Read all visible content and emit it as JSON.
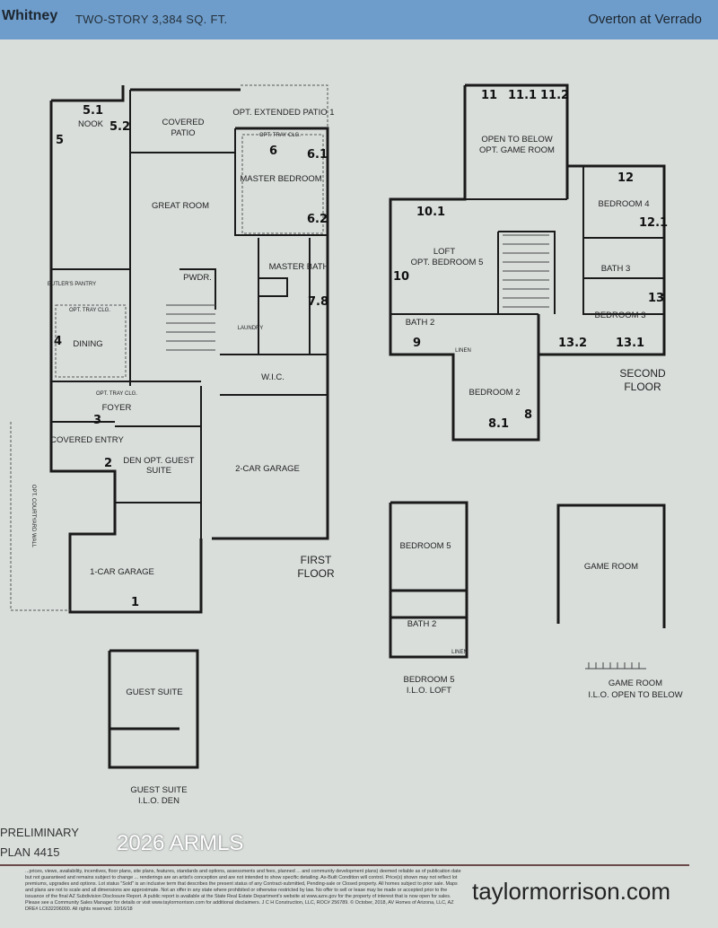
{
  "header": {
    "model": "Whitney",
    "details": "TWO-STORY  3,384 SQ. FT.",
    "community": "Overton at Verrado"
  },
  "first_floor": {
    "title": "FIRST\nFLOOR",
    "title_lines": [
      "FIRST",
      "FLOOR"
    ],
    "rooms": [
      "NOOK",
      "COVERED PATIO",
      "OPT. EXTENDED PATIO 1",
      "MASTER BEDROOM",
      "GREAT ROOM",
      "MASTER BATH",
      "PWDR.",
      "BUTLER'S PANTRY",
      "LAUNDRY",
      "DINING",
      "W.I.C.",
      "FOYER",
      "COVERED ENTRY",
      "DEN OPT. GUEST SUITE",
      "2-CAR GARAGE",
      "1-CAR GARAGE"
    ],
    "notes": [
      "OPT. TRAY CLG.",
      "OPT. TRAY CLG.",
      "OPT. TRAY CLG.",
      "OPT. COURTYARD WALL"
    ]
  },
  "second_floor": {
    "title_lines": [
      "SECOND",
      "FLOOR"
    ],
    "rooms": [
      "OPEN TO BELOW",
      "OPT. GAME ROOM",
      "BEDROOM 4",
      "LOFT",
      "OPT. BEDROOM 5",
      "BATH 3",
      "BEDROOM 3",
      "BATH 2",
      "LINEN",
      "BEDROOM 2"
    ]
  },
  "options": {
    "bedroom5": {
      "room": "BEDROOM 5",
      "bath": "BATH 2",
      "linen": "LINEN",
      "caption": [
        "BEDROOM 5",
        "I.L.O. LOFT"
      ]
    },
    "game_room": {
      "room": "GAME ROOM",
      "caption": [
        "GAME ROOM",
        "I.L.O. OPEN TO BELOW"
      ]
    },
    "guest_suite": {
      "room": "GUEST SUITE",
      "caption": [
        "GUEST SUITE",
        "I.L.O. DEN"
      ]
    }
  },
  "handwritten_marks": [
    "5.1",
    "5.2",
    "5",
    "6",
    "6.1",
    "6.2",
    "7.8",
    "4",
    "3",
    "2",
    "1",
    "11",
    "11.1",
    "11.2",
    "10.1",
    "10",
    "12",
    "12.1",
    "13",
    "13.1",
    "13.2",
    "9",
    "8.1",
    "8"
  ],
  "footer": {
    "preliminary": "PRELIMINARY",
    "plan": "PLAN 4415",
    "disclaimer": "...prices, views, availability, incentives, floor plans, site plans, features, standards and options, assessments and fees, planned ... and community development plans) deemed reliable as of publication date but not guaranteed and remains subject to change ... renderings are an artist's conception and are not intended to show specific detailing. As-Built Condition will control. Price(s) shown may not reflect lot premiums, upgrades and options. Lot status \"Sold\" is an inclusive term that describes the present status of any Contract-submitted, Pending-sale or Closed property. All homes subject to prior sale. Maps and plans are not to scale and all dimensions are approximate. Not an offer in any state where prohibited or otherwise restricted by law. No offer to sell or lease may be made or accepted prior to the issuance of the final AZ Subdivision Disclosure Report. A public report is available at the State Real Estate Department's website at www.azre.gov for the property of interest that is now open for sales. Please see a Community Sales Manager for details or visit www.taylormorrison.com for additional disclaimers. J C H Construction, LLC, ROC# 256789. © October, 2018, AV Homes of Arizona, LLC, AZ DRE# LC632206000. All rights reserved. 10/16/18",
    "brand": "taylormorrison.com",
    "watermark": "2026 ARMLS"
  }
}
